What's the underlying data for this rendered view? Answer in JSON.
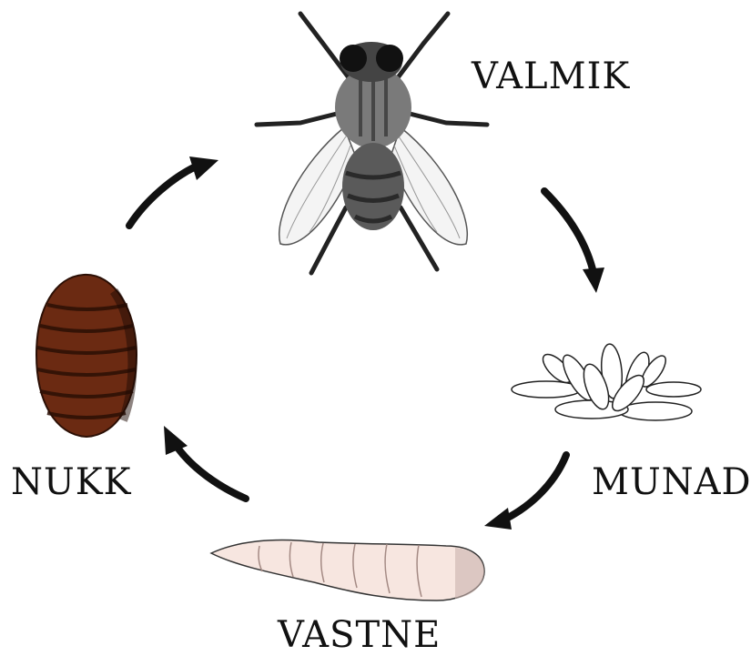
{
  "diagram": {
    "stages": {
      "adult": {
        "label": "VALMIK",
        "icon": "housefly-icon"
      },
      "eggs": {
        "label": "MUNAD",
        "icon": "eggs-icon"
      },
      "larva": {
        "label": "VASTNE",
        "icon": "maggot-icon"
      },
      "pupa": {
        "label": "NUKK",
        "icon": "pupa-icon"
      }
    },
    "colors": {
      "arrow": "#111111",
      "pupa": "#6b2a12",
      "pupa_dark": "#2b0f05",
      "larva": "#f7e6e0",
      "egg": "#ffffff",
      "fly_body": "#555555",
      "fly_wing": "#f2f2f2"
    }
  }
}
